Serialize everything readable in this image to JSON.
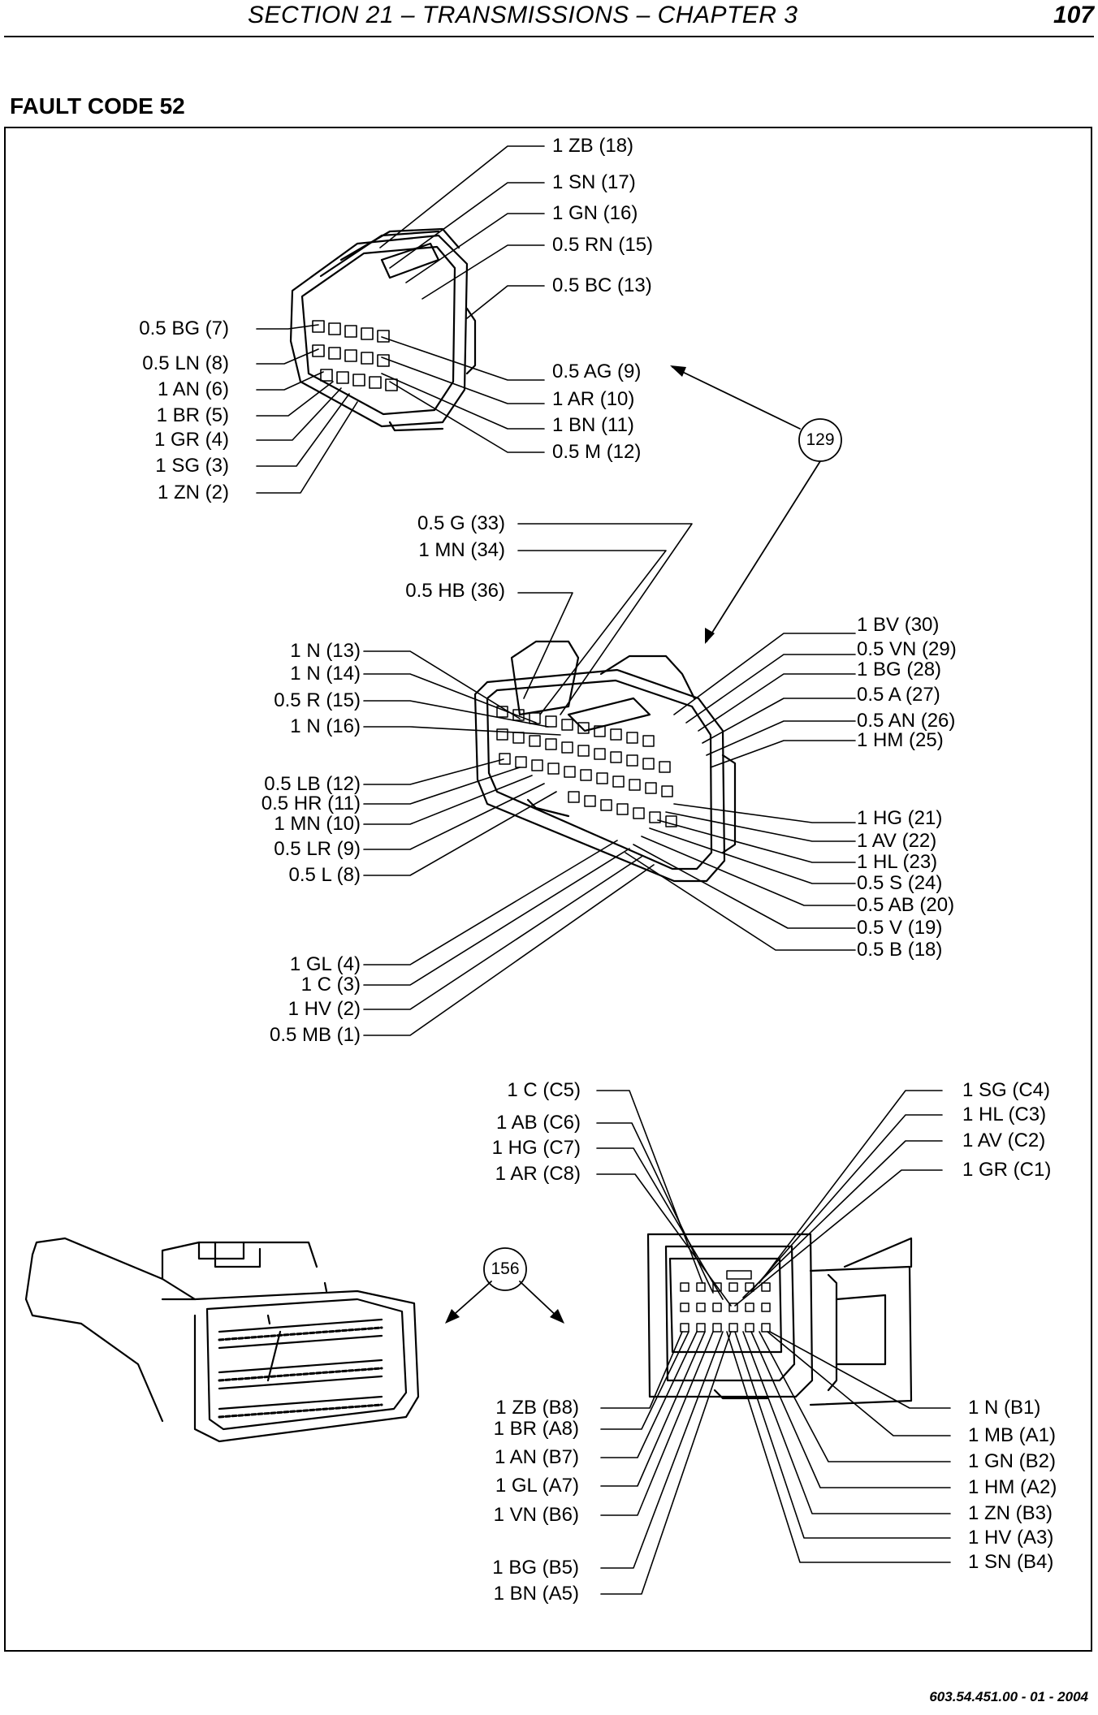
{
  "header": {
    "title": "SECTION 21 – TRANSMISSIONS – CHAPTER 3",
    "page": "107"
  },
  "fault_title": "FAULT CODE 52",
  "footer": "603.54.451.00 - 01 - 2004",
  "callouts": {
    "c129": "129",
    "c156": "156"
  },
  "connector_a": {
    "right": [
      "1 ZB (18)",
      "1 SN (17)",
      "1 GN (16)",
      "0.5 RN (15)",
      "0.5 BC (13)",
      "0.5 AG (9)",
      "1 AR (10)",
      "1 BN (11)",
      "0.5 M (12)"
    ],
    "left": [
      "0.5 BG (7)",
      "0.5 LN (8)",
      "1 AN (6)",
      "1 BR (5)",
      "1 GR (4)",
      "1 SG (3)",
      "1 ZN (2)"
    ]
  },
  "connector_b": {
    "top": [
      "0.5 G (33)",
      "1 MN (34)",
      "0.5 HB (36)"
    ],
    "left": [
      "1 N (13)",
      "1 N (14)",
      "0.5 R (15)",
      "1 N (16)",
      "0.5 LB (12)",
      "0.5 HR (11)",
      "1 MN (10)",
      "0.5 LR (9)",
      "0.5 L (8)",
      "1 GL (4)",
      "1 C (3)",
      "1 HV (2)",
      "0.5 MB (1)"
    ],
    "right": [
      "1 BV (30)",
      "0.5 VN (29)",
      "1 BG (28)",
      "0.5 A (27)",
      "0.5 AN (26)",
      "1 HM (25)",
      "1 HG (21)",
      "1 AV (22)",
      "1 HL (23)",
      "0.5 S (24)",
      "0.5 AB (20)",
      "0.5 V (19)",
      "0.5 B (18)"
    ]
  },
  "connector_c": {
    "top_left": [
      "1 C (C5)",
      "1 AB (C6)",
      "1 HG (C7)",
      "1 AR (C8)"
    ],
    "top_right": [
      "1 SG (C4)",
      "1 HL (C3)",
      "1 AV (C2)",
      "1 GR (C1)"
    ],
    "bottom_left": [
      "1 ZB (B8)",
      "1 BR (A8)",
      "1 AN (B7)",
      "1 GL (A7)",
      "1 VN (B6)",
      "1 BG (B5)",
      "1 BN (A5)"
    ],
    "bottom_right": [
      "1 N (B1)",
      "1 MB (A1)",
      "1 GN (B2)",
      "1 HM (A2)",
      "1 ZN (B3)",
      "1 HV (A3)",
      "1 SN (B4)"
    ]
  }
}
